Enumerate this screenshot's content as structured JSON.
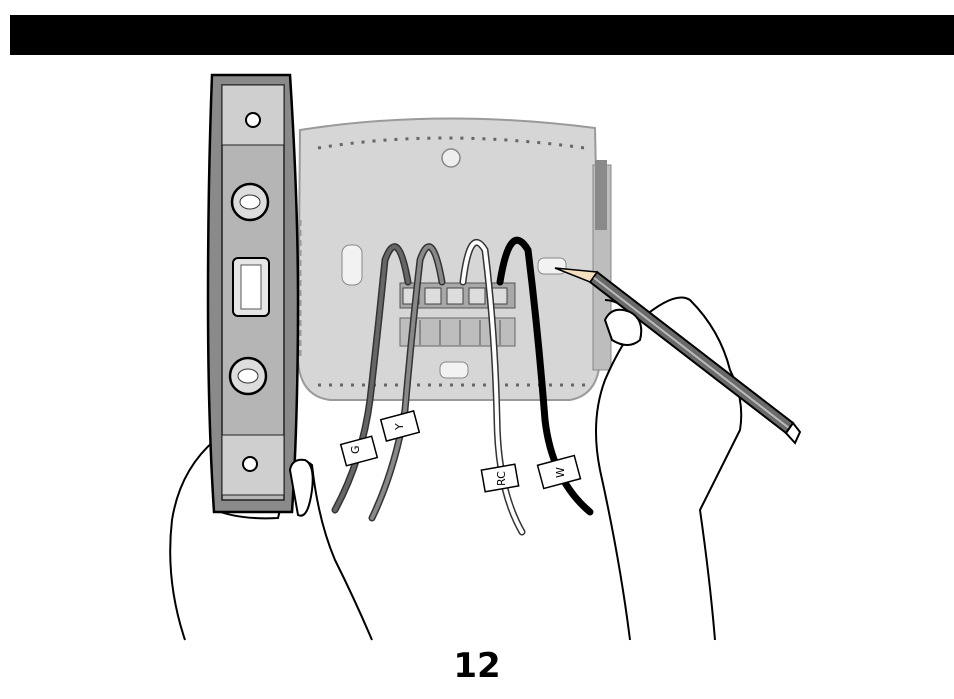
{
  "page": {
    "number": "12"
  },
  "wire_labels": {
    "g": "G",
    "y": "Y",
    "rc": "RC",
    "w": "W"
  },
  "colors": {
    "header_bar": "#000000",
    "wallplate": "#d4d4d4",
    "level_body": "#8a8a8a",
    "wire_dark_gray": "#555555",
    "wire_gray": "#777777",
    "wire_white": "#ffffff",
    "wire_black": "#000000"
  },
  "icons": [
    "bubble-level-icon",
    "pencil-icon",
    "hand-icon",
    "wallplate-icon",
    "wire-icon"
  ]
}
